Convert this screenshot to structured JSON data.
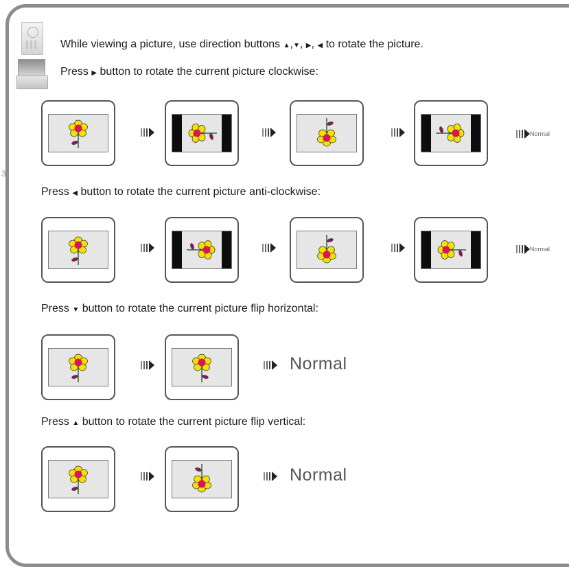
{
  "intro_line": {
    "text": "While viewing a picture, use direction buttons",
    "button_glyphs": [
      "▲",
      ",",
      "▼",
      ",",
      "▶",
      ",",
      "◀"
    ],
    "suffix": "to rotate the picture."
  },
  "sections": [
    {
      "prefix": "Press",
      "glyph": "▶",
      "rest": "button to rotate the current picture clockwise:",
      "result": "Normal",
      "icon": "right-arrow-icon"
    },
    {
      "prefix": "Press",
      "glyph": "◀",
      "rest": "button to rotate the current picture anti-clockwise:",
      "result": "Normal",
      "icon": "left-arrow-icon"
    },
    {
      "prefix": "Press",
      "glyph": "▼",
      "rest": "button to rotate the current picture flip horizontal:",
      "result": "Normal",
      "icon": "down-arrow-icon"
    },
    {
      "prefix": "Press",
      "glyph": "▲",
      "rest": "button to rotate the current picture flip vertical:",
      "result": "Normal",
      "icon": "up-arrow-icon"
    }
  ],
  "colors": {
    "frame": "#8c8c8c",
    "petal": "#f5e100",
    "center": "#d8145c",
    "leaf": "#7a1f5c",
    "stem": "#2a6a2a",
    "bars": "#0d0d0d"
  }
}
